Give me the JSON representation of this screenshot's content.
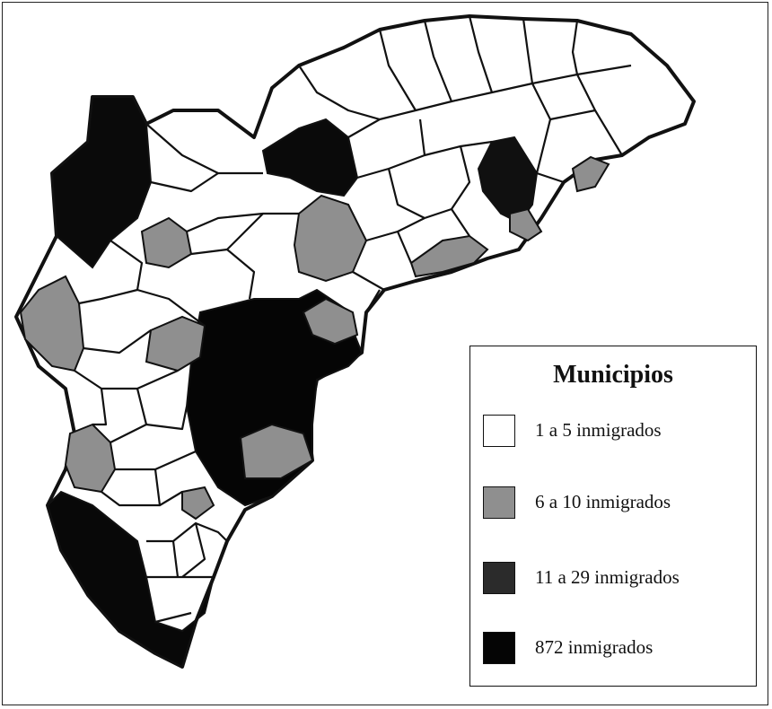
{
  "legend": {
    "title": "Municipios",
    "items": [
      {
        "label": "1 a 5 inmigrados",
        "color": "#ffffff"
      },
      {
        "label": "6 a 10 inmigrados",
        "color": "#8f8f8f"
      },
      {
        "label": "11 a 29 inmigrados",
        "color": "#2b2b2b"
      },
      {
        "label": "872 inmigrados",
        "color": "#050505"
      }
    ]
  },
  "colors": {
    "border": "#111111",
    "white": "#ffffff",
    "gray": "#8f8f8f",
    "dark": "#2b2b2b",
    "black": "#050505"
  }
}
